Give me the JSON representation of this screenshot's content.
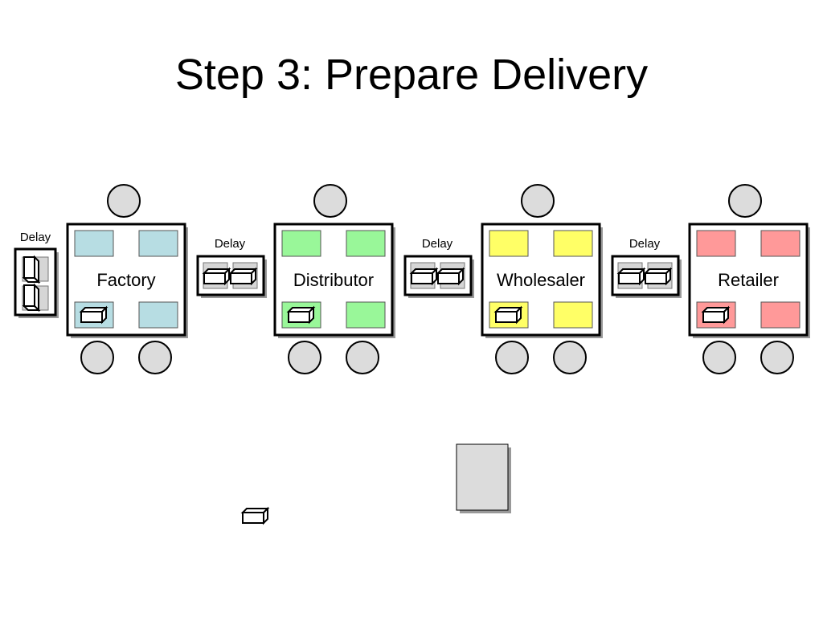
{
  "slide": {
    "title": "Step 3: Prepare Delivery"
  },
  "delay_label": "Delay",
  "stations": [
    {
      "name": "Factory",
      "color": "#b7dde3"
    },
    {
      "name": "Distributor",
      "color": "#99f799"
    },
    {
      "name": "Wholesaler",
      "color": "#ffff66"
    },
    {
      "name": "Retailer",
      "color": "#ff9999"
    }
  ],
  "colors": {
    "station_border": "#000000",
    "player_circle": "#dcdcdc",
    "delay_slot": "#d6d6d6",
    "order_card": "#dcdcdc",
    "shadow": "#999999"
  }
}
